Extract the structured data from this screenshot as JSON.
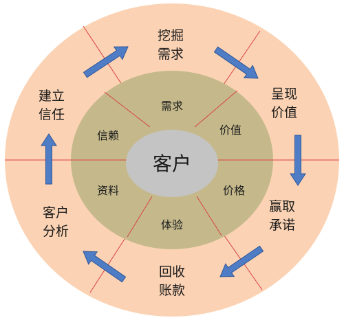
{
  "center": {
    "label": "客户"
  },
  "inner_ring": {
    "items": [
      {
        "id": "need",
        "label": "需求"
      },
      {
        "id": "value",
        "label": "价值"
      },
      {
        "id": "price",
        "label": "价格"
      },
      {
        "id": "experience",
        "label": "体验"
      },
      {
        "id": "data",
        "label": "资料"
      },
      {
        "id": "trust",
        "label": "信赖"
      }
    ]
  },
  "outer_ring": {
    "items": [
      {
        "id": "dig",
        "line1": "挖掘",
        "line2": "需求"
      },
      {
        "id": "present",
        "line1": "呈现",
        "line2": "价值"
      },
      {
        "id": "commit",
        "line1": "赢取",
        "line2": "承诺"
      },
      {
        "id": "collect",
        "line1": "回收",
        "line2": "账款"
      },
      {
        "id": "analyze",
        "line1": "客户",
        "line2": "分析"
      },
      {
        "id": "build",
        "line1": "建立",
        "line2": "信任"
      }
    ]
  },
  "colors": {
    "outer_ring": "#fbd3b4",
    "inner_ring": "#c5b98c",
    "center": "#c4c4c4",
    "divider": "#d94141",
    "arrow_fill": "#4f7dc5",
    "arrow_stroke": "#2f5597",
    "text": "#1a1a1a"
  }
}
